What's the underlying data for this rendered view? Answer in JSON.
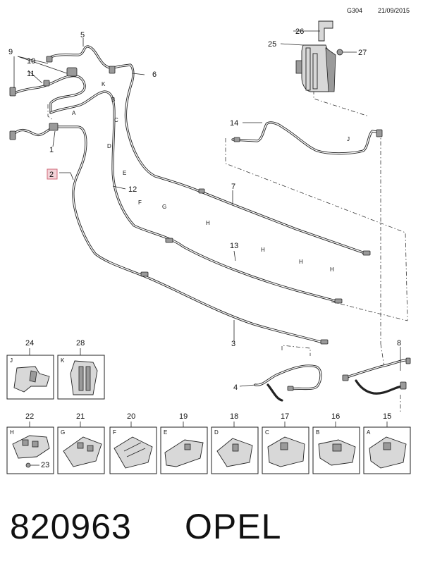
{
  "header": {
    "code": "G304",
    "date": "21/09/2015"
  },
  "callouts": [
    "1",
    "2",
    "3",
    "4",
    "5",
    "6",
    "7",
    "8",
    "9",
    "10",
    "11",
    "12",
    "13",
    "14",
    "25",
    "26",
    "27"
  ],
  "zone_letters": [
    "K",
    "A",
    "B",
    "C",
    "D",
    "E",
    "F",
    "G",
    "H",
    "H",
    "H",
    "H",
    "J"
  ],
  "detail_boxes": [
    {
      "number": "24",
      "letter": "J"
    },
    {
      "number": "28",
      "letter": "K"
    },
    {
      "number": "22",
      "letter": "H",
      "extra": "23"
    },
    {
      "number": "21",
      "letter": "G"
    },
    {
      "number": "20",
      "letter": "F"
    },
    {
      "number": "19",
      "letter": "E"
    },
    {
      "number": "18",
      "letter": "D"
    },
    {
      "number": "17",
      "letter": "C"
    },
    {
      "number": "16",
      "letter": "B"
    },
    {
      "number": "15",
      "letter": "A"
    }
  ],
  "footer": {
    "part_number": "820963",
    "brand": "OPEL"
  }
}
